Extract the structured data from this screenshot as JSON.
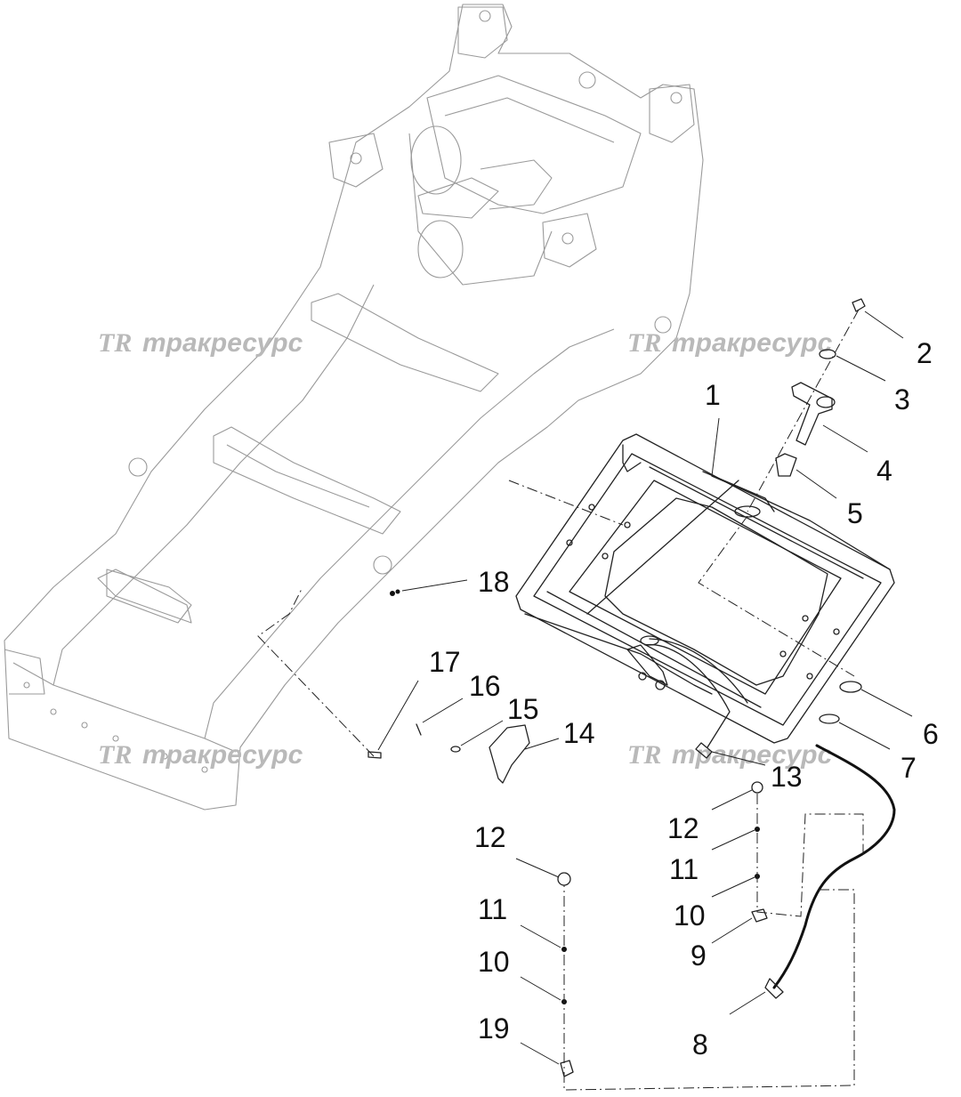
{
  "watermark": {
    "text": "тракресурс",
    "logo": "TR"
  },
  "callouts": {
    "c1": "1",
    "c2": "2",
    "c3": "3",
    "c4": "4",
    "c5": "5",
    "c6": "6",
    "c7": "7",
    "c8": "8",
    "c9": "9",
    "c10a": "10",
    "c10b": "10",
    "c11a": "11",
    "c11b": "11",
    "c12a": "12",
    "c12b": "12",
    "c13": "13",
    "c14": "14",
    "c15": "15",
    "c16": "16",
    "c17": "17",
    "c18": "18",
    "c19": "19"
  },
  "colors": {
    "line": "#222222",
    "frame": "#9a9a9a",
    "watermark": "#b9b9b9"
  }
}
